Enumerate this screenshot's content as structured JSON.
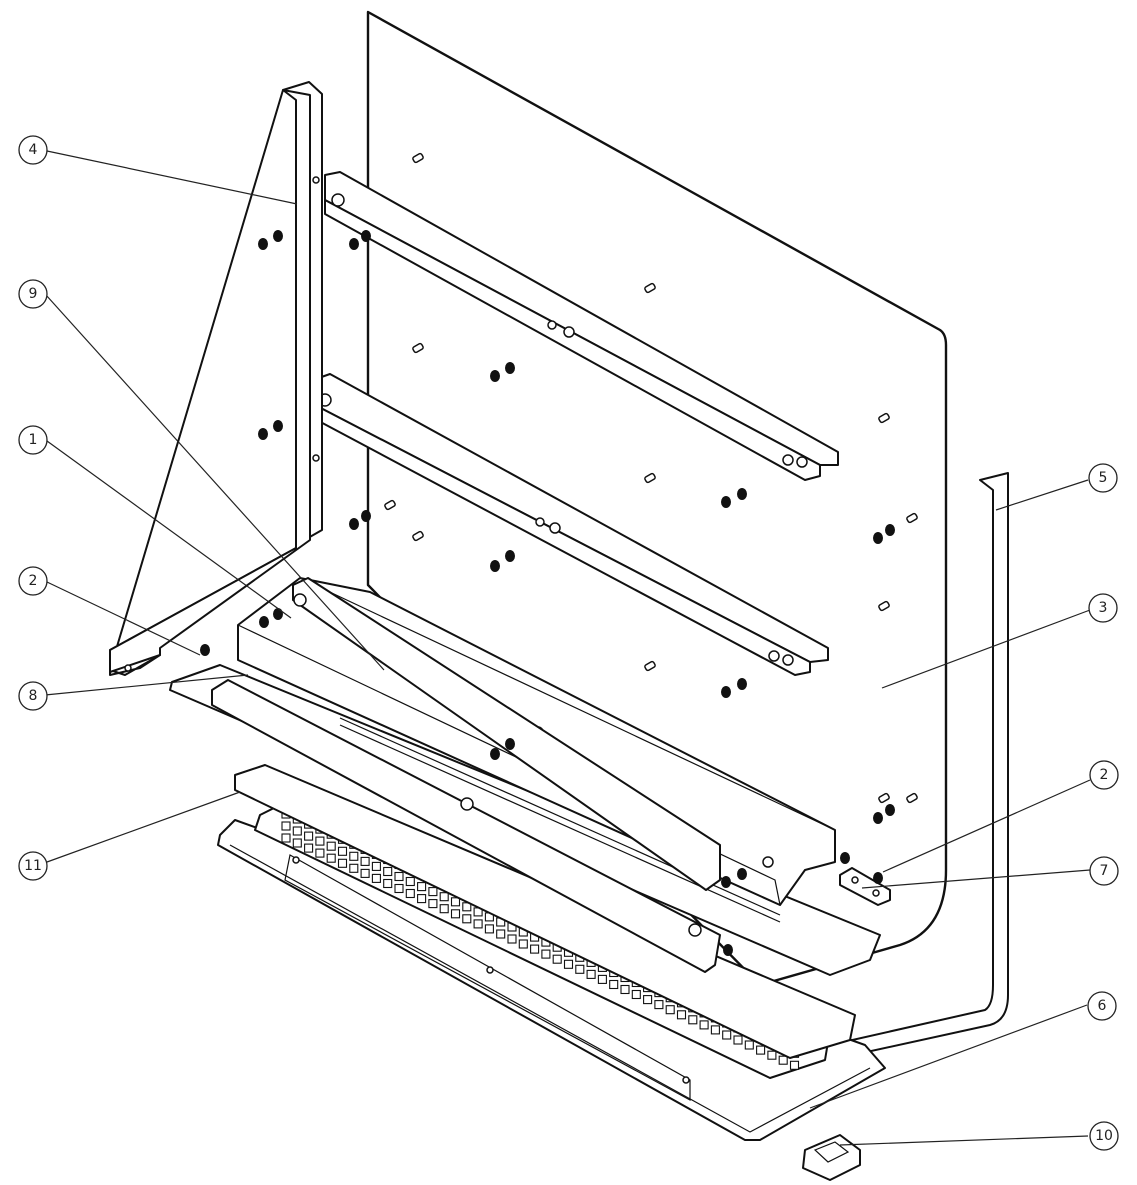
{
  "callouts": [
    {
      "id": "c4",
      "label": "4"
    },
    {
      "id": "c9",
      "label": "9"
    },
    {
      "id": "c1",
      "label": "1"
    },
    {
      "id": "c2a",
      "label": "2"
    },
    {
      "id": "c8",
      "label": "8"
    },
    {
      "id": "c11",
      "label": "11"
    },
    {
      "id": "c5",
      "label": "5"
    },
    {
      "id": "c3",
      "label": "3"
    },
    {
      "id": "c2b",
      "label": "2"
    },
    {
      "id": "c7",
      "label": "7"
    },
    {
      "id": "c6",
      "label": "6"
    },
    {
      "id": "c10",
      "label": "10"
    }
  ],
  "colors": {
    "line": "#111111",
    "background": "#ffffff"
  }
}
